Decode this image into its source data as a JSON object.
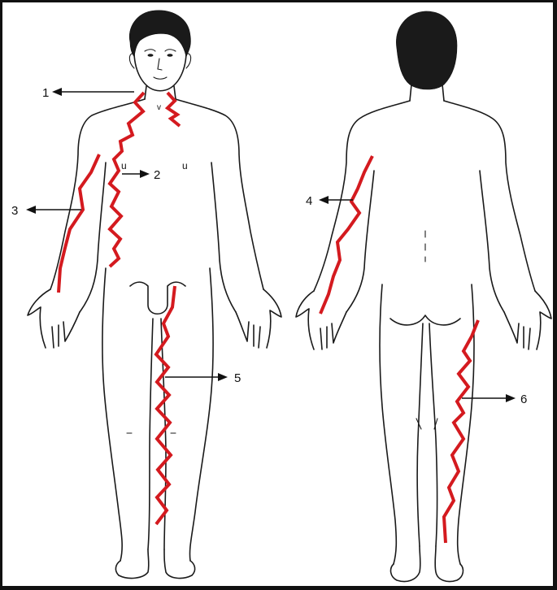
{
  "figure": {
    "views": [
      "front-view",
      "back-view"
    ],
    "lesion_color": "#d41a1f",
    "outline_color": "#1a1a1a"
  },
  "callouts": [
    {
      "id": "1",
      "label": "1",
      "view": "front",
      "pointer": "left"
    },
    {
      "id": "2",
      "label": "2",
      "view": "front",
      "pointer": "right"
    },
    {
      "id": "3",
      "label": "3",
      "view": "front",
      "pointer": "left"
    },
    {
      "id": "4",
      "label": "4",
      "view": "back",
      "pointer": "left"
    },
    {
      "id": "5",
      "label": "5",
      "view": "front",
      "pointer": "right"
    },
    {
      "id": "6",
      "label": "6",
      "view": "back",
      "pointer": "right"
    }
  ]
}
